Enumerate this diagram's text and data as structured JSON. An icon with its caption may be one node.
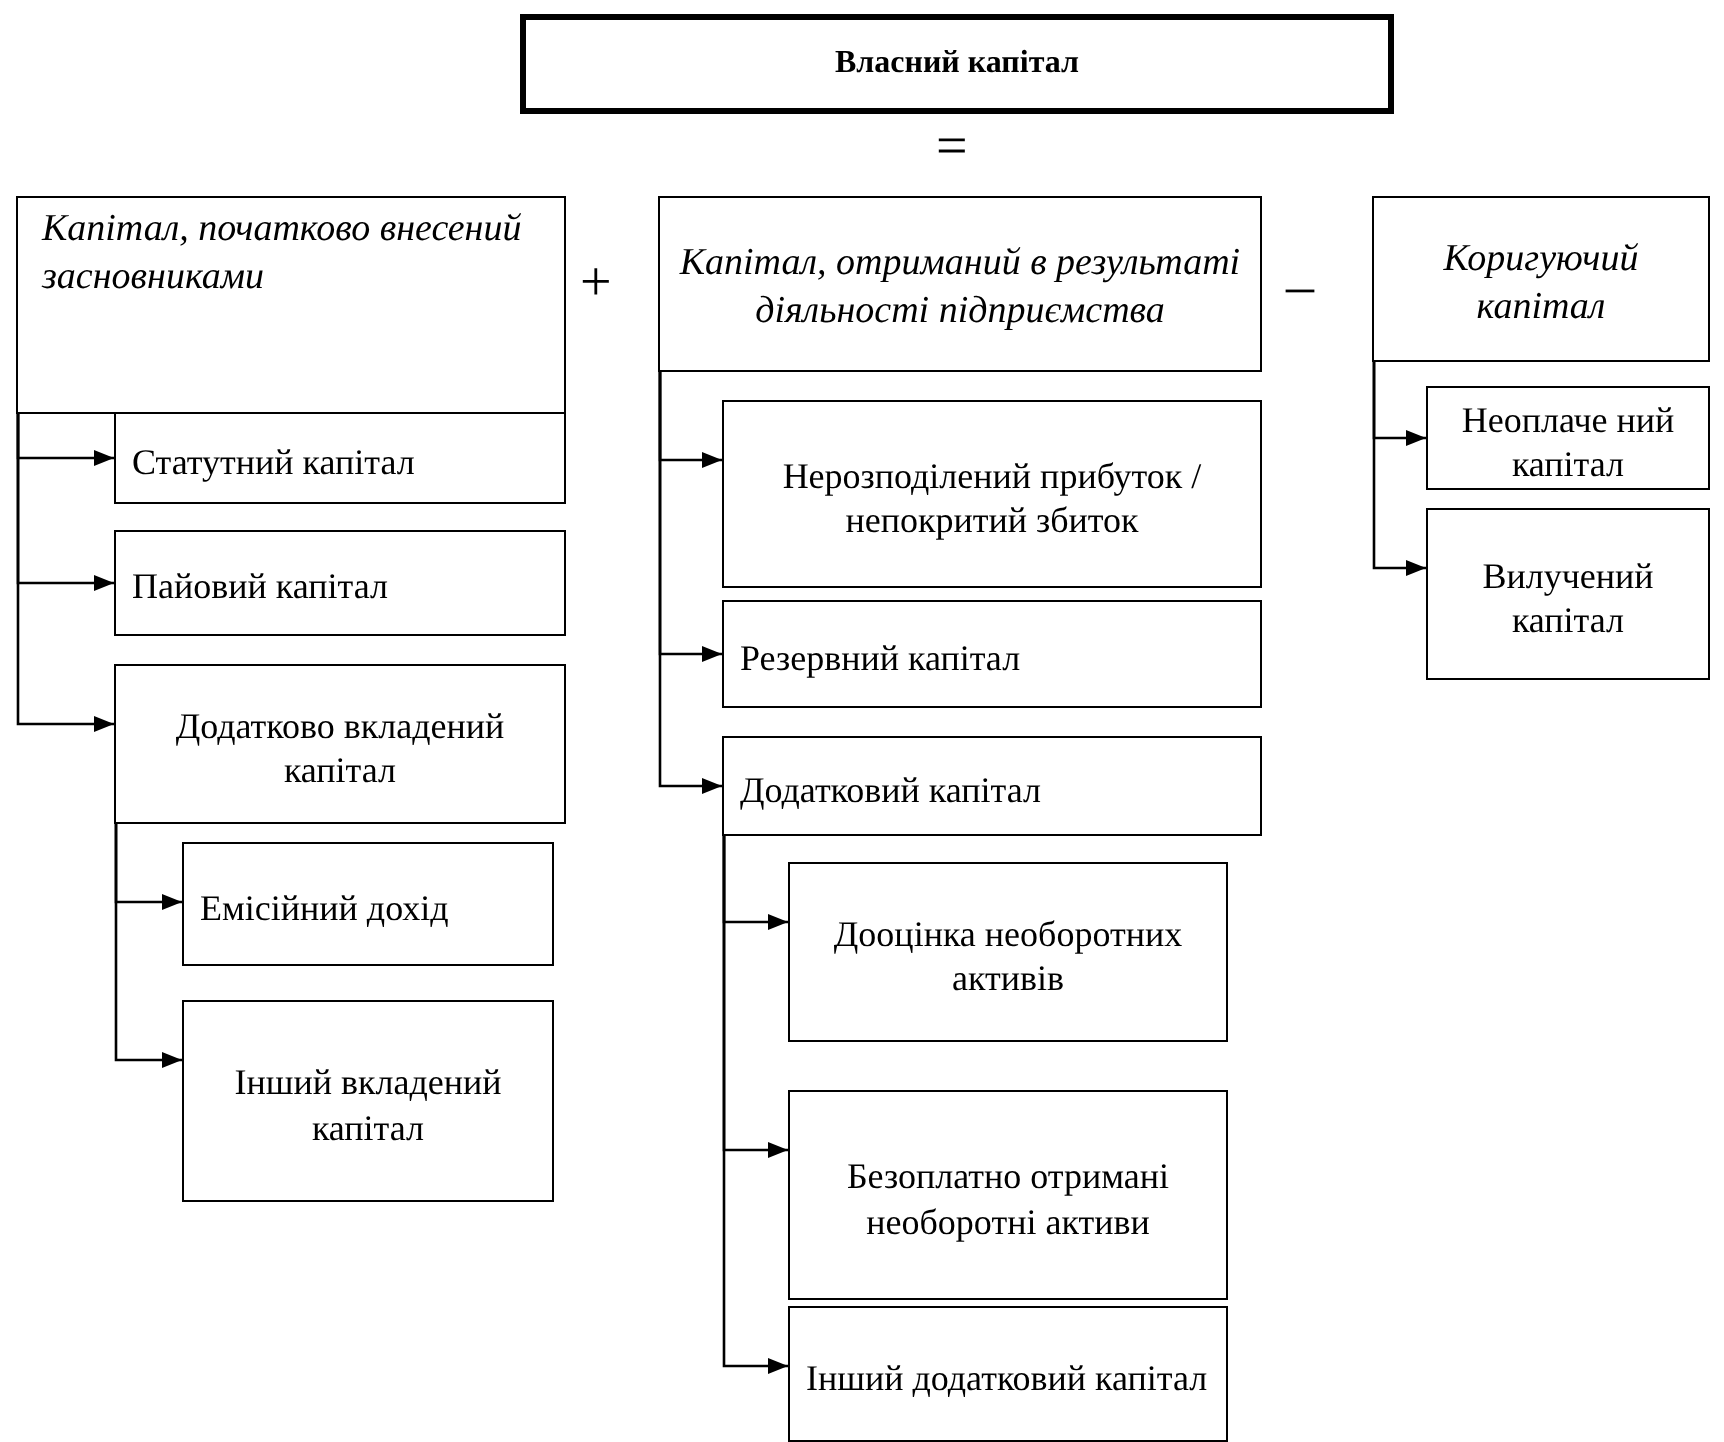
{
  "diagram": {
    "nodes": [
      {
        "text": [
          "Власний капітал"
        ]
      },
      {
        "text": [
          "Капітал, початково внесений засновниками"
        ]
      },
      {
        "text": [
          "Капітал, отриманий в результаті діяльності підприємства"
        ]
      },
      {
        "text": [
          "Коригуючий капітал"
        ]
      },
      {
        "text": [
          "Статутний капітал"
        ]
      },
      {
        "text": [
          "Пайовий капітал"
        ]
      },
      {
        "text": [
          "Додатково вкладений капітал"
        ]
      },
      {
        "text": [
          "Емісійний дохід"
        ]
      },
      {
        "text": [
          "Інший вкладений капітал"
        ]
      },
      {
        "text": [
          "Нерозподілений прибуток / непокритий збиток"
        ]
      },
      {
        "text": [
          "Резервний капітал"
        ]
      },
      {
        "text": [
          "Додатковий капітал"
        ]
      },
      {
        "text": [
          "Дооцінка необоротних активів"
        ]
      },
      {
        "text": [
          "Безоплатно отримані необоротні активи"
        ]
      },
      {
        "text": [
          "Інший додатковий капітал"
        ]
      },
      {
        "text": [
          "Неоплаче ний капітал"
        ]
      },
      {
        "text": [
          "Вилучений капітал"
        ]
      }
    ],
    "edges": [
      {
        "from": 1,
        "to": 4,
        "arrow": "to"
      },
      {
        "from": 1,
        "to": 5,
        "arrow": "to"
      },
      {
        "from": 1,
        "to": 6,
        "arrow": "to"
      },
      {
        "from": 6,
        "to": 7,
        "arrow": "to"
      },
      {
        "from": 6,
        "to": 8,
        "arrow": "to"
      },
      {
        "from": 2,
        "to": 9,
        "arrow": "to"
      },
      {
        "from": 2,
        "to": 10,
        "arrow": "to"
      },
      {
        "from": 2,
        "to": 11,
        "arrow": "to"
      },
      {
        "from": 11,
        "to": 12,
        "arrow": "to"
      },
      {
        "from": 11,
        "to": 13,
        "arrow": "to"
      },
      {
        "from": 11,
        "to": 14,
        "arrow": "to"
      },
      {
        "from": 3,
        "to": 15,
        "arrow": "to"
      },
      {
        "from": 3,
        "to": 16,
        "arrow": "to"
      }
    ],
    "labels": [
      "=",
      "+",
      "–"
    ]
  }
}
